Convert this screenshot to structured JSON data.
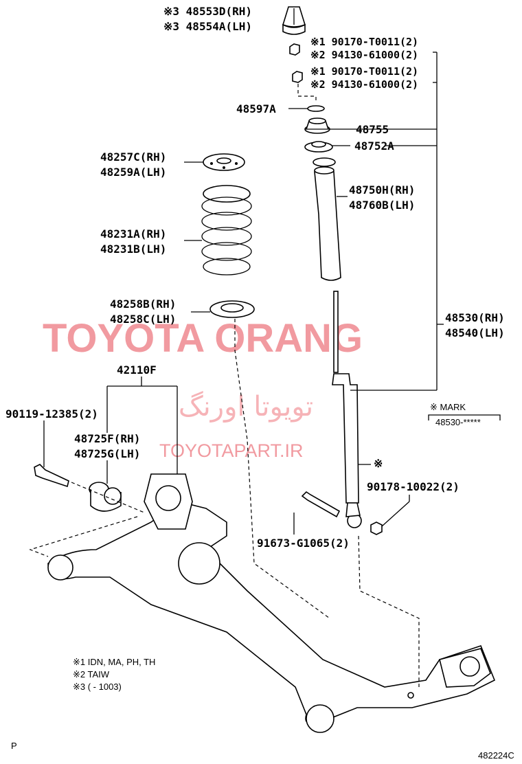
{
  "watermark": {
    "latin": "TOYOTA ORANG",
    "persian": "تویوتا اورنگ",
    "url": "TOYOTAPART.IR"
  },
  "labels": {
    "bump_stopper_rh": "※3 48553D(RH)",
    "bump_stopper_lh": "※3 48554A(LH)",
    "nut_1a": "※1 90170-T0011(2)",
    "nut_2a": "※2 94130-61000(2)",
    "nut_1b": "※1 90170-T0011(2)",
    "nut_2b": "※2 94130-61000(2)",
    "washer": "48597A",
    "support": "48755",
    "support_lower": "48752A",
    "insulator_upper_rh": "48257C(RH)",
    "insulator_upper_lh": "48259A(LH)",
    "dust_cover_rh": "48750H(RH)",
    "dust_cover_lh": "48760B(LH)",
    "spring_rh": "48231A(RH)",
    "spring_lh": "48231B(LH)",
    "insulator_lower_rh": "48258B(RH)",
    "insulator_lower_lh": "48258C(LH)",
    "absorber_rh": "48530(RH)",
    "absorber_lh": "48540(LH)",
    "axle_beam": "42110F",
    "bolt_front": "90119-12385(2)",
    "bushing_rh": "48725F(RH)",
    "bushing_lh": "48725G(LH)",
    "nut_lower": "90178-10022(2)",
    "bolt_lower": "91673-G1065(2)",
    "mark_symbol": "※",
    "mark_title": "※  MARK",
    "mark_code": "48530-*****"
  },
  "notes": {
    "n1": "※1 IDN, MA, PH, TH",
    "n2": "※2 TAIW",
    "n3": "※3 (       - 1003)"
  },
  "footer": {
    "left": "P",
    "right": "482224C"
  }
}
